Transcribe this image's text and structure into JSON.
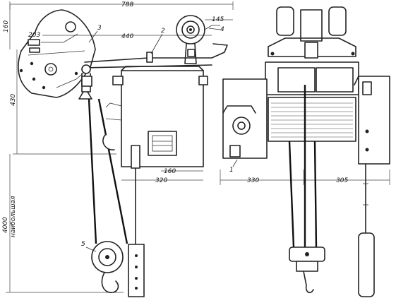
{
  "dimensions": {
    "overall_width": "788",
    "top_height": "160",
    "left_offset": "203",
    "trolley_span": "440",
    "right_offset": "145",
    "housing_height": "430",
    "box_offset": "160",
    "body_width": "320",
    "side_left": "330",
    "side_right": "305",
    "lift_height": "4000",
    "lift_height_note": "наибольшая"
  },
  "callouts": {
    "c1": "1",
    "c2": "2",
    "c3": "3",
    "c4": "4",
    "c5": "5"
  }
}
